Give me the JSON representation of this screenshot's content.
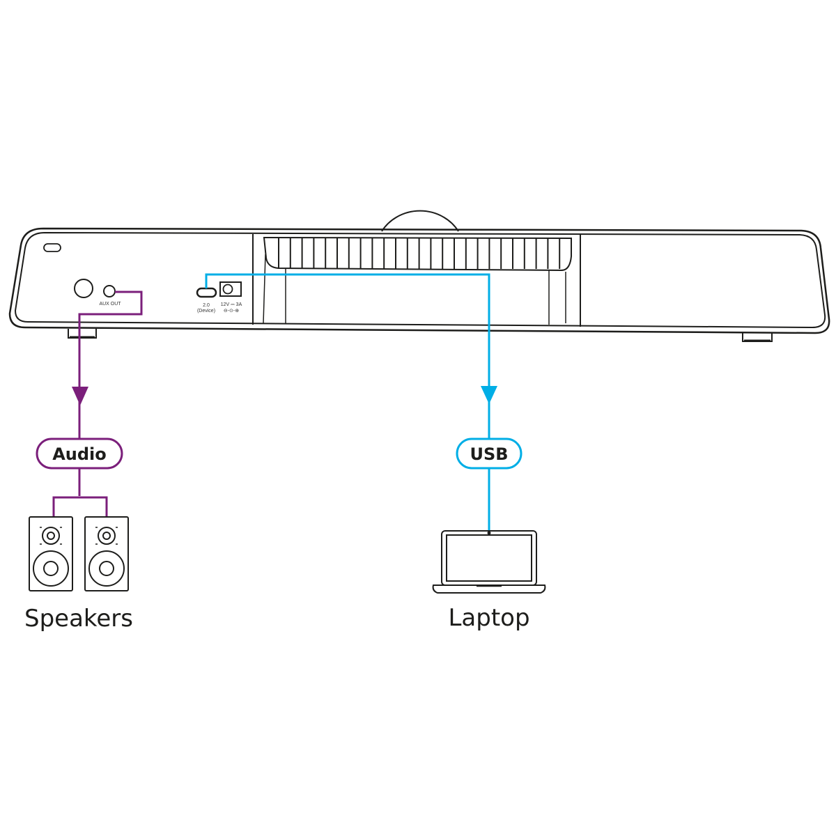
{
  "colors": {
    "audio": "#7b1f7b",
    "usb": "#00aee6",
    "outline": "#1d1d1b",
    "background": "#ffffff"
  },
  "device": {
    "ports": {
      "aux_label": "AUX OUT",
      "usb_label_line1": "2.0",
      "usb_label_line2": "(Device)",
      "power_label": "12V ⎓ 3A",
      "power_polarity": "⊖-⊙-⊕"
    }
  },
  "connections": [
    {
      "id": "audio",
      "label": "Audio",
      "target": "Speakers",
      "color_key": "audio"
    },
    {
      "id": "usb",
      "label": "USB",
      "target": "Laptop",
      "color_key": "usb"
    }
  ],
  "targets": {
    "speakers_label": "Speakers",
    "laptop_label": "Laptop"
  }
}
